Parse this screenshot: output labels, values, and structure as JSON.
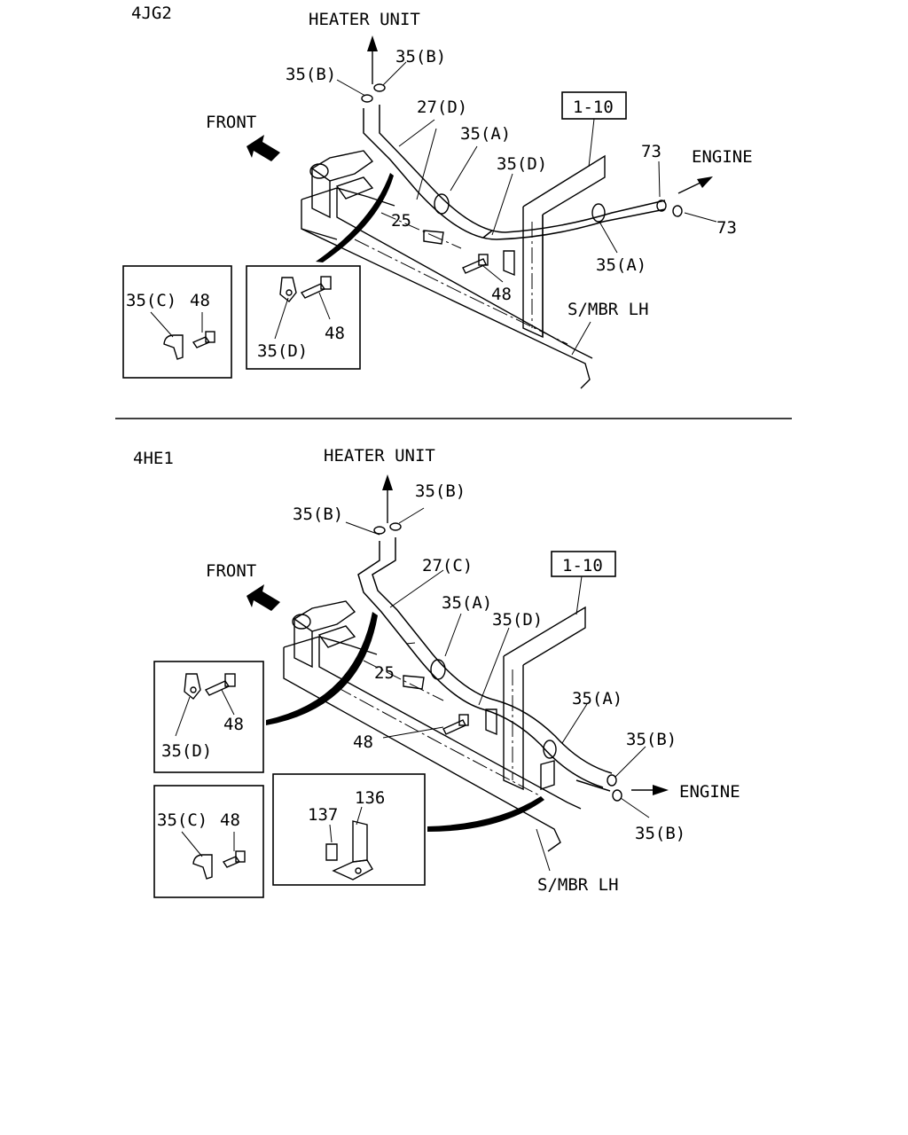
{
  "diagrams": [
    {
      "engine_code": "4JG2",
      "labels": {
        "heater_unit": "HEATER UNIT",
        "front": "FRONT",
        "engine": "ENGINE",
        "side_member": "S/MBR LH",
        "ref_box": "1-10",
        "hose": "27(D)",
        "pipe": "25",
        "clip_b_left": "35(B)",
        "clip_b_right": "35(B)",
        "clip_a_upper": "35(A)",
        "clip_a_lower": "35(A)",
        "clip_d": "35(D)",
        "bolt": "48",
        "clamp_73_upper": "73",
        "clamp_73_lower": "73"
      },
      "inset_1": {
        "part_clip": "35(C)",
        "part_bolt": "48"
      },
      "inset_2": {
        "part_clip": "35(D)",
        "part_bolt": "48"
      }
    },
    {
      "engine_code": "4HE1",
      "labels": {
        "heater_unit": "HEATER UNIT",
        "front": "FRONT",
        "engine": "ENGINE",
        "side_member": "S/MBR LH",
        "ref_box": "1-10",
        "hose": "27(C)",
        "pipe": "25",
        "clip_b_left": "35(B)",
        "clip_b_right": "35(B)",
        "clip_a_upper": "35(A)",
        "clip_a_lower": "35(A)",
        "clip_d": "35(D)",
        "bolt": "48",
        "clip_b_engine_upper": "35(B)",
        "clip_b_engine_lower": "35(B)"
      },
      "inset_1": {
        "part_clip": "35(D)",
        "part_bolt": "48"
      },
      "inset_2": {
        "part_clip": "35(C)",
        "part_bolt": "48"
      },
      "inset_3": {
        "part_bracket": "136",
        "part_bolt": "137"
      }
    }
  ]
}
